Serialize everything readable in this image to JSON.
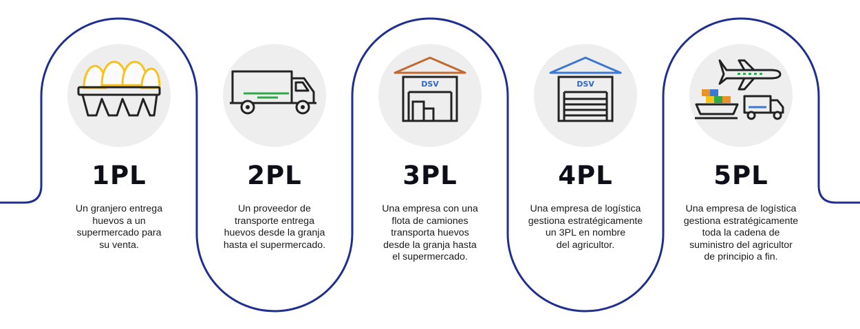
{
  "colors": {
    "frame_line": "#1f2f8f",
    "icon_bg": "#eeeeee",
    "egg_yellow": "#f7c21a",
    "green_accent": "#2ea84a",
    "roof_orange": "#c06a32",
    "roof_blue": "#3b78d0",
    "dsv_blue": "#2f66c9",
    "text_dark": "#0e0e18"
  },
  "levels": [
    {
      "label": "1PL",
      "icon": "egg-carton-icon",
      "desc_lines": [
        "Un granjero entrega",
        "huevos a un",
        "supermercado para",
        "su venta."
      ]
    },
    {
      "label": "2PL",
      "icon": "delivery-truck-icon",
      "desc_lines": [
        "Un proveedor de",
        "transporte entrega",
        "huevos desde la granja",
        "hasta el supermercado."
      ]
    },
    {
      "label": "3PL",
      "icon": "warehouse-orange-roof-icon",
      "logo_text": "DSV",
      "desc_lines": [
        "Una empresa con una",
        "flota de camiones",
        "transporta huevos",
        "desde la granja hasta",
        "el supermercado."
      ]
    },
    {
      "label": "4PL",
      "icon": "warehouse-blue-roof-icon",
      "logo_text": "DSV",
      "desc_lines": [
        "Una empresa de logística",
        "gestiona estratégicamente",
        "un 3PL en nombre",
        "del agricultor."
      ]
    },
    {
      "label": "5PL",
      "icon": "multimodal-transport-icon",
      "desc_lines": [
        "Una empresa de logística",
        "gestiona estratégicamente",
        "toda la cadena de",
        "suministro del agricultor",
        "de principio a fin."
      ]
    }
  ]
}
